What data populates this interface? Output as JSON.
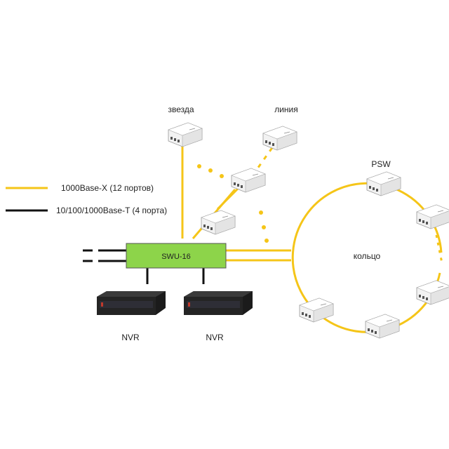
{
  "legend": {
    "fiber": {
      "label": "1000Base-X (12 портов)",
      "color": "#f5c518"
    },
    "copper": {
      "label": "10/100/1000Base-T (4 порта)",
      "color": "#111111"
    }
  },
  "switch": {
    "label": "SWU-16",
    "color": "#8dd44a"
  },
  "nvr": [
    {
      "label": "NVR"
    },
    {
      "label": "NVR"
    }
  ],
  "topologies": {
    "star": "звезда",
    "line": "линия",
    "ring_device": "PSW",
    "ring": "кольцо"
  }
}
